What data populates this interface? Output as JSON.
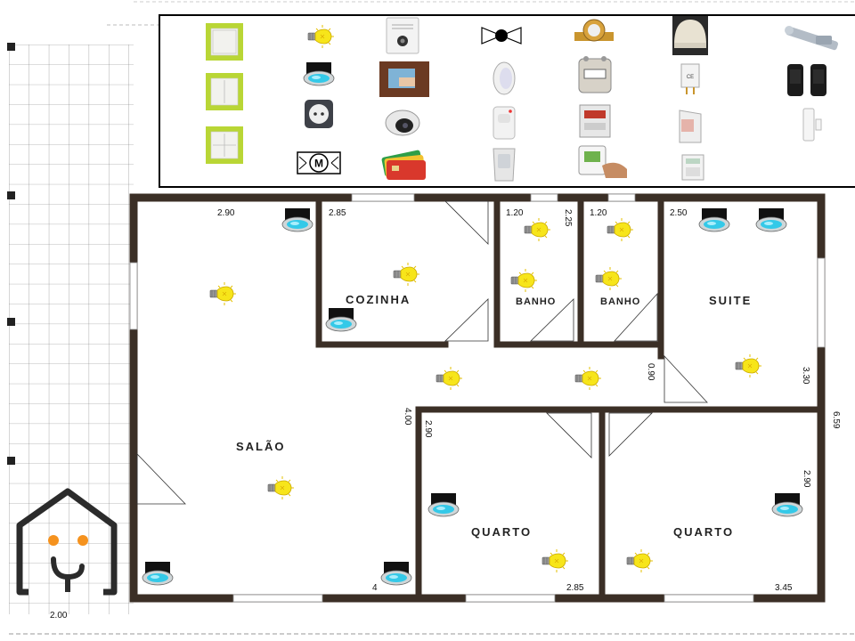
{
  "rooms": {
    "salao": "SALÃO",
    "cozinha": "COZINHA",
    "banho_1": "BANHO",
    "banho_2": "BANHO",
    "suite": "SUITE",
    "quarto_1": "QUARTO",
    "quarto_2": "QUARTO"
  },
  "dimensions": {
    "salao_top": "2.90",
    "cozinha_top": "2.85",
    "banho1_top": "1.20",
    "banho1_side": "2.25",
    "banho2_top": "1.20",
    "suite_top": "2.50",
    "corridor": "0.90",
    "suite_side": "3.30",
    "total_side": "6.59",
    "salao_side": "4.00",
    "quarto1_side": "2.90",
    "quarto2_side": "2.90",
    "quarto1_bottom": "2.85",
    "quarto2_bottom": "3.45",
    "bottom_left": "2.00",
    "salao_bottom": "4"
  },
  "device_palette": [
    "light-switch-single-icon",
    "bulb-icon",
    "video-intercom-icon",
    "valve-icon",
    "water-meter-icon",
    "siren-dome-icon",
    "motorized-lock-icon",
    "light-switch-double-icon",
    "downlight-icon",
    "tablet-control-icon",
    "smoke-detector-icon",
    "gas-meter-icon",
    "relay-module-icon",
    "infrared-beam-icon",
    "light-switch-quad-icon",
    "power-outlet-icon",
    "dome-camera-icon",
    "pir-sensor-icon",
    "energy-meter-icon",
    "outdoor-siren-icon",
    "door-contact-icon",
    "motor-icon",
    "access-cards-icon",
    "glass-break-sensor-icon",
    "touch-keypad-icon",
    "alarm-panel-icon"
  ],
  "colors": {
    "wall": "#3b2f26",
    "bulb": "#f7e51a",
    "downlight_led": "#34c9e8",
    "switch_frame": "#b9d635",
    "logo_orange": "#f5921e",
    "logo_dark": "#2b2b2b"
  }
}
